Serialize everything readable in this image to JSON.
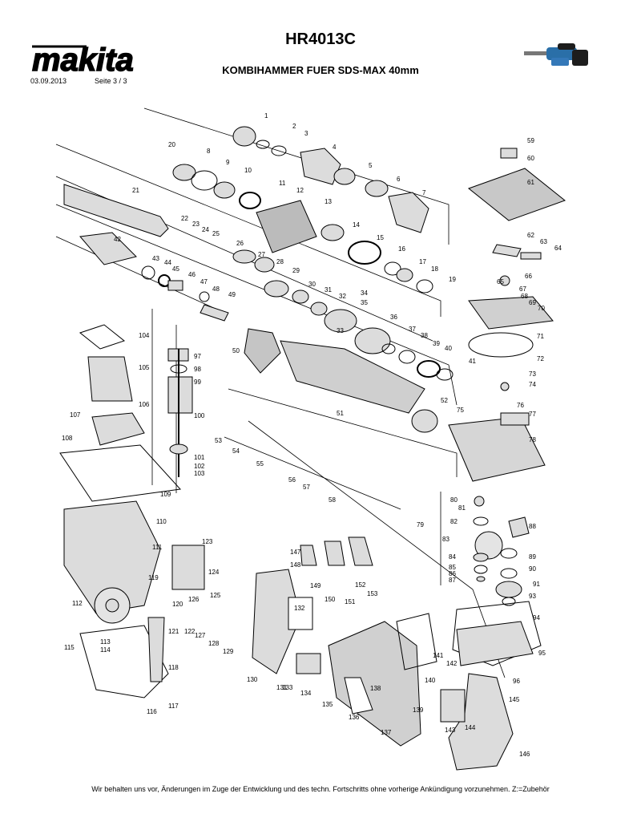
{
  "header": {
    "brand": "makita",
    "model": "HR4013C",
    "description": "KOMBIHAMMER FUER SDS-MAX 40mm",
    "date": "03.09.2013",
    "page": "Seite 3 / 3"
  },
  "icons": {
    "product_image": "rotary-hammer-icon"
  },
  "parts": [
    "1",
    "2",
    "3",
    "4",
    "5",
    "6",
    "7",
    "8",
    "9",
    "10",
    "11",
    "12",
    "13",
    "14",
    "15",
    "16",
    "17",
    "18",
    "19",
    "20",
    "21",
    "22",
    "23",
    "24",
    "25",
    "26",
    "27",
    "28",
    "29",
    "30",
    "31",
    "32",
    "33",
    "34",
    "35",
    "36",
    "37",
    "38",
    "39",
    "40",
    "41",
    "42",
    "43",
    "44",
    "45",
    "46",
    "47",
    "48",
    "49",
    "50",
    "51",
    "52",
    "53",
    "54",
    "55",
    "56",
    "57",
    "58",
    "59",
    "60",
    "61",
    "62",
    "63",
    "64",
    "65",
    "66",
    "67",
    "68",
    "69",
    "70",
    "71",
    "72",
    "73",
    "74",
    "75",
    "76",
    "77",
    "78",
    "79",
    "80",
    "81",
    "82",
    "83",
    "84",
    "85",
    "86",
    "87",
    "88",
    "89",
    "90",
    "91",
    "93",
    "94",
    "95",
    "96",
    "97",
    "98",
    "99",
    "100",
    "101",
    "102",
    "103",
    "104",
    "105",
    "106",
    "107",
    "108",
    "109",
    "110",
    "111",
    "112",
    "113",
    "114",
    "115",
    "116",
    "117",
    "118",
    "119",
    "120",
    "121",
    "122",
    "123",
    "124",
    "125",
    "126",
    "127",
    "128",
    "129",
    "130",
    "131",
    "132",
    "133",
    "134",
    "135",
    "136",
    "137",
    "138",
    "139",
    "140",
    "141",
    "142",
    "143",
    "144",
    "145",
    "146",
    "147",
    "148",
    "149",
    "150",
    "151",
    "152",
    "153"
  ],
  "footer": "Wir behalten uns vor, Änderungen im Zuge der Entwicklung und des techn. Fortschritts ohne vorherige Ankündigung vorzunehmen. Z:=Zubehör"
}
